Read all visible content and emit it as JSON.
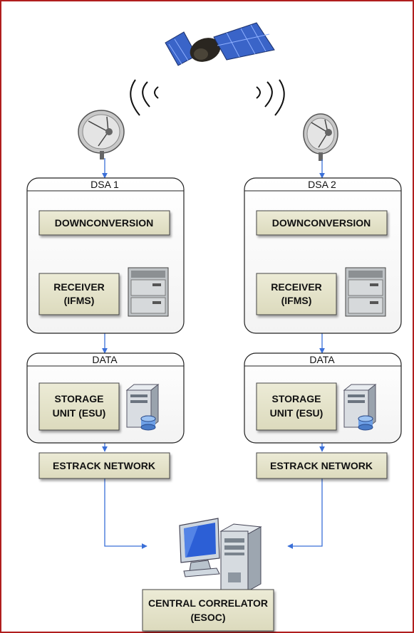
{
  "left": {
    "panel_title": "DSA 1",
    "downconversion": "DOWNCONVERSION",
    "receiver_line1": "RECEIVER",
    "receiver_line2": "(IFMS)",
    "data_title": "DATA",
    "storage_line1": "STORAGE",
    "storage_line2": "UNIT (ESU)",
    "network": "ESTRACK NETWORK"
  },
  "right": {
    "panel_title": "DSA 2",
    "downconversion": "DOWNCONVERSION",
    "receiver_line1": "RECEIVER",
    "receiver_line2": "(IFMS)",
    "data_title": "DATA",
    "storage_line1": "STORAGE",
    "storage_line2": "UNIT (ESU)",
    "network": "ESTRACK NETWORK"
  },
  "correlator": {
    "line1": "CENTRAL CORRELATOR",
    "line2": "(ESOC)"
  },
  "colors": {
    "border": "#b01e1e",
    "box_fill": "#e6e4cc",
    "arrow": "#3a6fd8"
  },
  "icons": {
    "satellite": "satellite-icon",
    "dish": "dish-antenna-icon",
    "receiver_rack": "receiver-rack-icon",
    "storage_server": "storage-server-icon",
    "computer": "central-computer-icon"
  }
}
